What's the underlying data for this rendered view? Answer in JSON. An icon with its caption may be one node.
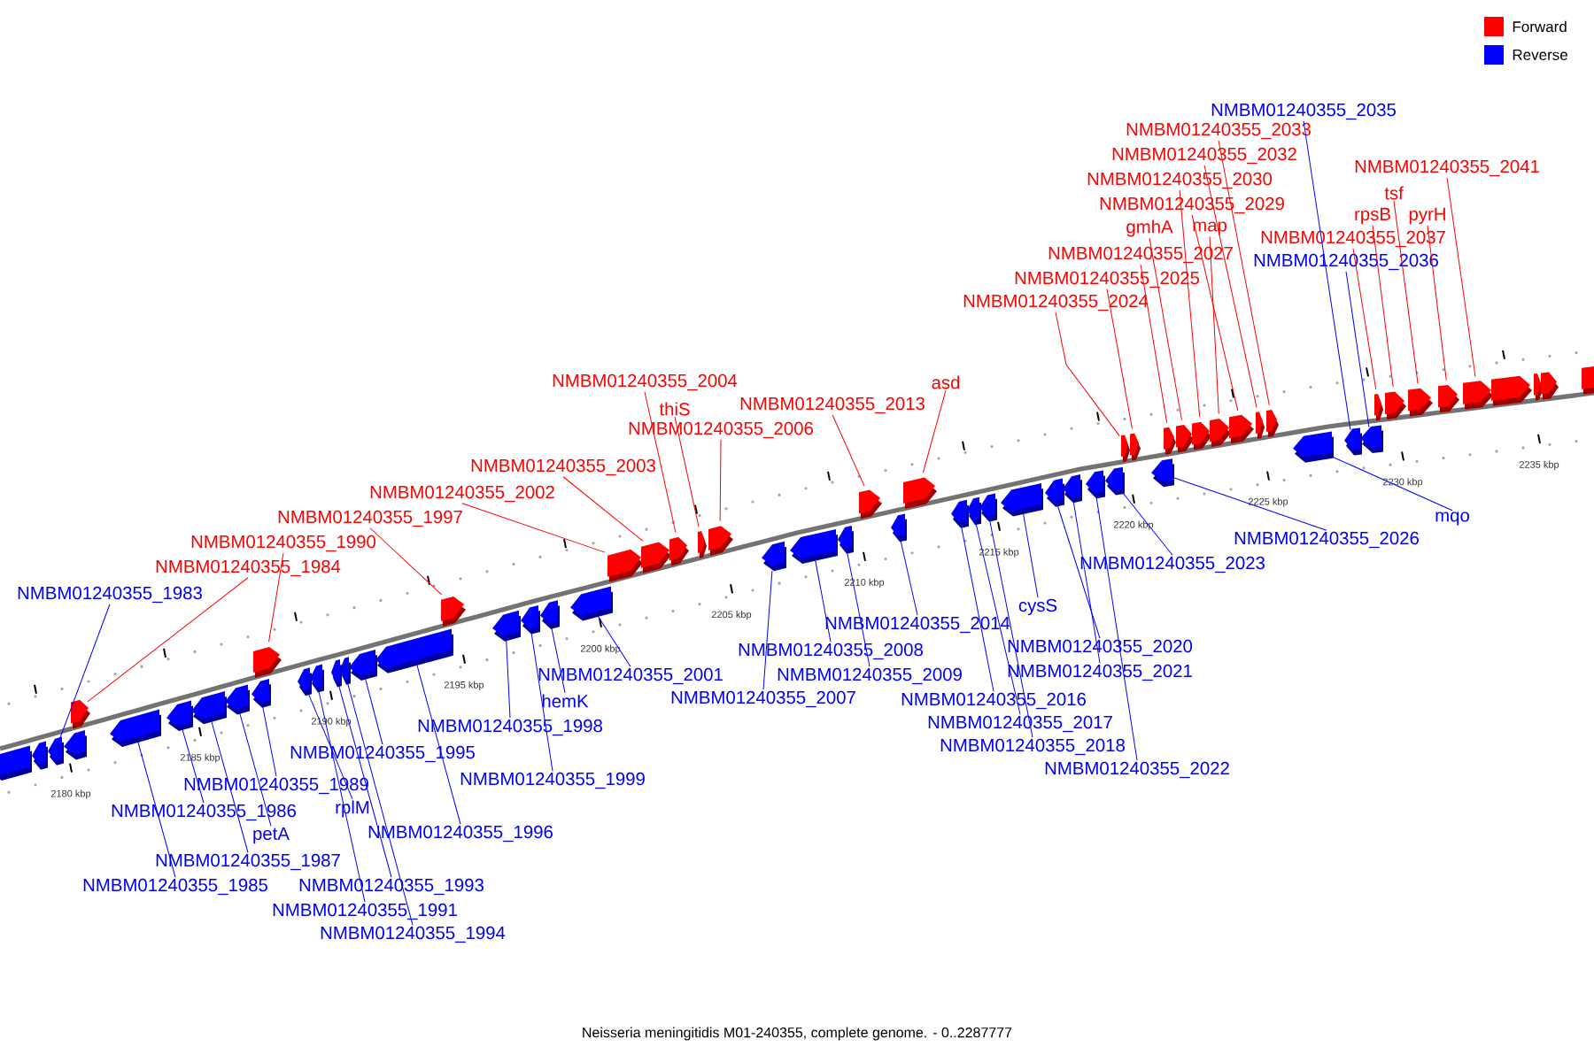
{
  "diagram": {
    "caption": "Neisseria meningitidis M01-240355, complete genome. - 0..2287777",
    "nodes": [
      {
        "text": [
          "NMBM01240355_1983"
        ]
      },
      {
        "text": [
          "NMBM01240355_1984"
        ]
      },
      {
        "text": [
          "NMBM01240355_1990"
        ]
      },
      {
        "text": [
          "NMBM01240355_1997"
        ]
      },
      {
        "text": [
          "NMBM01240355_2002"
        ]
      },
      {
        "text": [
          "NMBM01240355_2003"
        ]
      },
      {
        "text": [
          "NMBM01240355_2004"
        ]
      },
      {
        "text": [
          "thiS"
        ]
      },
      {
        "text": [
          "NMBM01240355_2006"
        ]
      },
      {
        "text": [
          "NMBM01240355_2013"
        ]
      },
      {
        "text": [
          "asd"
        ]
      },
      {
        "text": [
          "NMBM01240355_2024"
        ]
      },
      {
        "text": [
          "NMBM01240355_2025"
        ]
      },
      {
        "text": [
          "NMBM01240355_2027"
        ]
      },
      {
        "text": [
          "gmhA"
        ]
      },
      {
        "text": [
          "map"
        ]
      },
      {
        "text": [
          "NMBM01240355_2029"
        ]
      },
      {
        "text": [
          "NMBM01240355_2030"
        ]
      },
      {
        "text": [
          "NMBM01240355_2032"
        ]
      },
      {
        "text": [
          "NMBM01240355_2033"
        ]
      },
      {
        "text": [
          "NMBM01240355_2035"
        ]
      },
      {
        "text": [
          "NMBM01240355_2036"
        ]
      },
      {
        "text": [
          "NMBM01240355_2037"
        ]
      },
      {
        "text": [
          "rpsB"
        ]
      },
      {
        "text": [
          "tsf"
        ]
      },
      {
        "text": [
          "pyrH"
        ]
      },
      {
        "text": [
          "NMBM01240355_2041"
        ]
      },
      {
        "text": [
          "NMBM01240355_1985"
        ]
      },
      {
        "text": [
          "NMBM01240355_1986"
        ]
      },
      {
        "text": [
          "NMBM01240355_1987"
        ]
      },
      {
        "text": [
          "petA"
        ]
      },
      {
        "text": [
          "NMBM01240355_1989"
        ]
      },
      {
        "text": [
          "rplM"
        ]
      },
      {
        "text": [
          "NMBM01240355_1991"
        ]
      },
      {
        "text": [
          "NMBM01240355_1993"
        ]
      },
      {
        "text": [
          "NMBM01240355_1994"
        ]
      },
      {
        "text": [
          "NMBM01240355_1995"
        ]
      },
      {
        "text": [
          "NMBM01240355_1996"
        ]
      },
      {
        "text": [
          "NMBM01240355_1998"
        ]
      },
      {
        "text": [
          "NMBM01240355_1999"
        ]
      },
      {
        "text": [
          "hemK"
        ]
      },
      {
        "text": [
          "NMBM01240355_2001"
        ]
      },
      {
        "text": [
          "NMBM01240355_2007"
        ]
      },
      {
        "text": [
          "NMBM01240355_2008"
        ]
      },
      {
        "text": [
          "NMBM01240355_2009"
        ]
      },
      {
        "text": [
          "NMBM01240355_2014"
        ]
      },
      {
        "text": [
          "NMBM01240355_2016"
        ]
      },
      {
        "text": [
          "NMBM01240355_2017"
        ]
      },
      {
        "text": [
          "NMBM01240355_2018"
        ]
      },
      {
        "text": [
          "cysS"
        ]
      },
      {
        "text": [
          "NMBM01240355_2020"
        ]
      },
      {
        "text": [
          "NMBM01240355_2021"
        ]
      },
      {
        "text": [
          "NMBM01240355_2022"
        ]
      },
      {
        "text": [
          "NMBM01240355_2023"
        ]
      },
      {
        "text": [
          "NMBM01240355_2026"
        ]
      },
      {
        "text": [
          "mqo"
        ]
      },
      {
        "text": [],
        "shape": "arrow"
      },
      {
        "text": [],
        "shape": "arrow"
      },
      {
        "text": [],
        "shape": "arrow"
      },
      {
        "text": [],
        "shape": "arrow"
      },
      {
        "text": [],
        "shape": "arrow"
      },
      {
        "text": [],
        "shape": "arrow"
      },
      {
        "text": [],
        "shape": "arrow"
      },
      {
        "text": [],
        "shape": "arrow"
      },
      {
        "text": [],
        "shape": "arrow"
      },
      {
        "text": [],
        "shape": "arrow"
      },
      {
        "text": [],
        "shape": "arrow"
      },
      {
        "text": [],
        "shape": "arrow"
      },
      {
        "text": [],
        "shape": "arrow"
      },
      {
        "text": [],
        "shape": "arrow"
      },
      {
        "text": [],
        "shape": "arrow"
      },
      {
        "text": [],
        "shape": "arrow"
      },
      {
        "text": [],
        "shape": "arrow"
      },
      {
        "text": [],
        "shape": "arrow"
      },
      {
        "text": [],
        "shape": "arrow"
      },
      {
        "text": [],
        "shape": "arrow"
      },
      {
        "text": [],
        "shape": "arrow"
      },
      {
        "text": [],
        "shape": "arrow"
      },
      {
        "text": [],
        "shape": "arrow"
      },
      {
        "text": [],
        "shape": "arrow"
      },
      {
        "text": [],
        "shape": "arrow"
      },
      {
        "text": [],
        "shape": "arrow"
      },
      {
        "text": [],
        "shape": "arrow"
      },
      {
        "text": [],
        "shape": "arrow"
      },
      {
        "text": [],
        "shape": "arrow"
      },
      {
        "text": [],
        "shape": "arrow"
      },
      {
        "text": [],
        "shape": "arrow"
      },
      {
        "text": [],
        "shape": "arrow"
      },
      {
        "text": [],
        "shape": "arrow"
      },
      {
        "text": [],
        "shape": "arrow"
      },
      {
        "text": [],
        "shape": "arrow"
      },
      {
        "text": [],
        "shape": "arrow"
      },
      {
        "text": [],
        "shape": "arrow"
      },
      {
        "text": [],
        "shape": "arrow"
      },
      {
        "text": [],
        "shape": "arrow"
      },
      {
        "text": [],
        "shape": "arrow"
      },
      {
        "text": [],
        "shape": "arrow"
      },
      {
        "text": [],
        "shape": "arrow"
      },
      {
        "text": [],
        "shape": "arrow"
      },
      {
        "text": [],
        "shape": "arrow"
      },
      {
        "text": [],
        "shape": "arrow"
      },
      {
        "text": [],
        "shape": "arrow"
      },
      {
        "text": [],
        "shape": "arrow"
      },
      {
        "text": [],
        "shape": "arrow"
      },
      {
        "text": [],
        "shape": "arrow"
      },
      {
        "text": [],
        "shape": "arrow"
      },
      {
        "text": [],
        "shape": "arrow"
      },
      {
        "text": [],
        "shape": "arrow"
      },
      {
        "text": [],
        "shape": "arrow"
      },
      {
        "text": [],
        "shape": "arrow"
      },
      {
        "text": [],
        "shape": "arrow"
      },
      {
        "text": [],
        "shape": "arrow"
      },
      {
        "text": [],
        "shape": "arrow"
      },
      {
        "text": [],
        "shape": "arrow"
      },
      {
        "text": [],
        "shape": "arrow"
      },
      {
        "text": [],
        "shape": "arrow"
      },
      {
        "text": [],
        "shape": "arrow"
      },
      {
        "text": [],
        "shape": "arrow"
      },
      {
        "text": [],
        "shape": "arrow"
      }
    ],
    "edges": [
      {
        "from": 0,
        "to": 56,
        "arrow": "none",
        "color": "#0000ff"
      },
      {
        "from": 1,
        "to": 57,
        "arrow": "none",
        "color": "#ff0000"
      },
      {
        "from": 2,
        "to": 63,
        "arrow": "none",
        "color": "#ff0000"
      },
      {
        "from": 3,
        "to": 70,
        "arrow": "none",
        "color": "#ff0000"
      },
      {
        "from": 4,
        "to": 75,
        "arrow": "none",
        "color": "#ff0000"
      },
      {
        "from": 5,
        "to": 76,
        "arrow": "none",
        "color": "#ff0000"
      },
      {
        "from": 6,
        "to": 77,
        "arrow": "none",
        "color": "#ff0000"
      },
      {
        "from": 7,
        "to": 78,
        "arrow": "none",
        "color": "#ff0000"
      },
      {
        "from": 8,
        "to": 79,
        "arrow": "none",
        "color": "#ff0000"
      },
      {
        "from": 9,
        "to": 83,
        "arrow": "none",
        "color": "#ff0000"
      },
      {
        "from": 10,
        "to": 85,
        "arrow": "none",
        "color": "#ff0000"
      },
      {
        "from": 11,
        "to": 94,
        "arrow": "none",
        "color": "#ff0000"
      },
      {
        "from": 12,
        "to": 95,
        "arrow": "none",
        "color": "#ff0000"
      },
      {
        "from": 13,
        "to": 97,
        "arrow": "none",
        "color": "#ff0000"
      },
      {
        "from": 14,
        "to": 98,
        "arrow": "none",
        "color": "#ff0000"
      },
      {
        "from": 15,
        "to": 100,
        "arrow": "none",
        "color": "#ff0000"
      },
      {
        "from": 16,
        "to": 101,
        "arrow": "none",
        "color": "#ff0000"
      },
      {
        "from": 17,
        "to": 99,
        "arrow": "none",
        "color": "#ff0000"
      },
      {
        "from": 18,
        "to": 102,
        "arrow": "none",
        "color": "#ff0000"
      },
      {
        "from": 19,
        "to": 103,
        "arrow": "none",
        "color": "#ff0000"
      },
      {
        "from": 20,
        "to": 105,
        "arrow": "none",
        "color": "#0000ff"
      },
      {
        "from": 21,
        "to": 106,
        "arrow": "none",
        "color": "#0000ff"
      },
      {
        "from": 22,
        "to": 107,
        "arrow": "none",
        "color": "#ff0000"
      },
      {
        "from": 23,
        "to": 108,
        "arrow": "none",
        "color": "#ff0000"
      },
      {
        "from": 24,
        "to": 109,
        "arrow": "none",
        "color": "#ff0000"
      },
      {
        "from": 25,
        "to": 110,
        "arrow": "none",
        "color": "#ff0000"
      },
      {
        "from": 26,
        "to": 111,
        "arrow": "none",
        "color": "#ff0000"
      },
      {
        "from": 27,
        "to": 58,
        "arrow": "none",
        "color": "#0000ff"
      },
      {
        "from": 28,
        "to": 59,
        "arrow": "none",
        "color": "#0000ff"
      },
      {
        "from": 29,
        "to": 60,
        "arrow": "none",
        "color": "#0000ff"
      },
      {
        "from": 30,
        "to": 61,
        "arrow": "none",
        "color": "#0000ff"
      },
      {
        "from": 31,
        "to": 62,
        "arrow": "none",
        "color": "#0000ff"
      },
      {
        "from": 32,
        "to": 64,
        "arrow": "none",
        "color": "#0000ff"
      },
      {
        "from": 33,
        "to": 65,
        "arrow": "none",
        "color": "#0000ff"
      },
      {
        "from": 34,
        "to": 66,
        "arrow": "none",
        "color": "#0000ff"
      },
      {
        "from": 35,
        "to": 67,
        "arrow": "none",
        "color": "#0000ff"
      },
      {
        "from": 36,
        "to": 68,
        "arrow": "none",
        "color": "#0000ff"
      },
      {
        "from": 37,
        "to": 69,
        "arrow": "none",
        "color": "#0000ff"
      },
      {
        "from": 38,
        "to": 71,
        "arrow": "none",
        "color": "#0000ff"
      },
      {
        "from": 39,
        "to": 72,
        "arrow": "none",
        "color": "#0000ff"
      },
      {
        "from": 40,
        "to": 73,
        "arrow": "none",
        "color": "#0000ff"
      },
      {
        "from": 41,
        "to": 74,
        "arrow": "none",
        "color": "#0000ff"
      },
      {
        "from": 42,
        "to": 80,
        "arrow": "none",
        "color": "#0000ff"
      },
      {
        "from": 43,
        "to": 81,
        "arrow": "none",
        "color": "#0000ff"
      },
      {
        "from": 44,
        "to": 82,
        "arrow": "none",
        "color": "#0000ff"
      },
      {
        "from": 45,
        "to": 84,
        "arrow": "none",
        "color": "#0000ff"
      },
      {
        "from": 46,
        "to": 86,
        "arrow": "none",
        "color": "#0000ff"
      },
      {
        "from": 47,
        "to": 87,
        "arrow": "none",
        "color": "#0000ff"
      },
      {
        "from": 48,
        "to": 88,
        "arrow": "none",
        "color": "#0000ff"
      },
      {
        "from": 49,
        "to": 89,
        "arrow": "none",
        "color": "#0000ff"
      },
      {
        "from": 50,
        "to": 90,
        "arrow": "none",
        "color": "#0000ff"
      },
      {
        "from": 51,
        "to": 91,
        "arrow": "none",
        "color": "#0000ff"
      },
      {
        "from": 52,
        "to": 92,
        "arrow": "none",
        "color": "#0000ff"
      },
      {
        "from": 53,
        "to": 93,
        "arrow": "none",
        "color": "#0000ff"
      },
      {
        "from": 54,
        "to": 96,
        "arrow": "none",
        "color": "#0000ff"
      },
      {
        "from": 55,
        "to": 104,
        "arrow": "none",
        "color": "#0000ff"
      }
    ],
    "labels": [
      "2180 kbp",
      "2185 kbp",
      "2190 kbp",
      "2195 kbp",
      "2200 kbp",
      "2205 kbp",
      "2210 kbp",
      "2215 kbp",
      "2220 kbp",
      "2225 kbp",
      "2230 kbp",
      "2235 kbp"
    ],
    "legend": [
      {
        "text": "Forward",
        "color": "#ff0000"
      },
      {
        "text": "Reverse",
        "color": "#0000ff"
      }
    ]
  }
}
